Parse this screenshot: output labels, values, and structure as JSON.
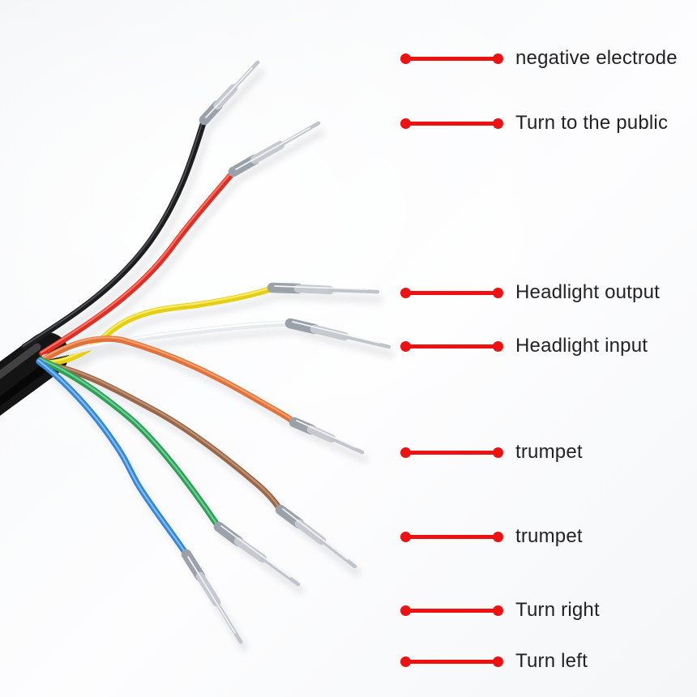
{
  "legend": {
    "line_color": "#ee1111",
    "text_color": "#232323",
    "items": [
      {
        "label": "negative electrode",
        "wire": "black"
      },
      {
        "label": "Turn to the public",
        "wire": "red"
      },
      {
        "label": "Headlight output",
        "wire": "yellow"
      },
      {
        "label": "Headlight input",
        "wire": "white"
      },
      {
        "label": "trumpet",
        "wire": "orange"
      },
      {
        "label": "trumpet",
        "wire": "brown"
      },
      {
        "label": "Turn right",
        "wire": "green"
      },
      {
        "label": "Turn left",
        "wire": "blue"
      }
    ]
  },
  "wires": {
    "black": {
      "color": "#1d1d20",
      "highlight": "#55555c"
    },
    "red": {
      "color": "#e02e24",
      "highlight": "#f57f70"
    },
    "yellow": {
      "color": "#e5cf14",
      "highlight": "#f9ee72"
    },
    "white": {
      "color": "#e7eaee",
      "highlight": "#ffffff"
    },
    "orange": {
      "color": "#e0713a",
      "highlight": "#f4a671"
    },
    "brown": {
      "color": "#99664а",
      "highlight": "#c79674"
    },
    "green": {
      "color": "#2aa157",
      "highlight": "#7ed09c"
    },
    "blue": {
      "color": "#3487d6",
      "highlight": "#8cc1f1"
    }
  },
  "pin": {
    "crimp": "#9aa1a8",
    "body": "#c6cad0",
    "shaft": "#c0c5cb",
    "highlight": "#f2f4f6"
  },
  "sheath": {
    "color": "#141414",
    "highlight": "#4a4a4a"
  }
}
